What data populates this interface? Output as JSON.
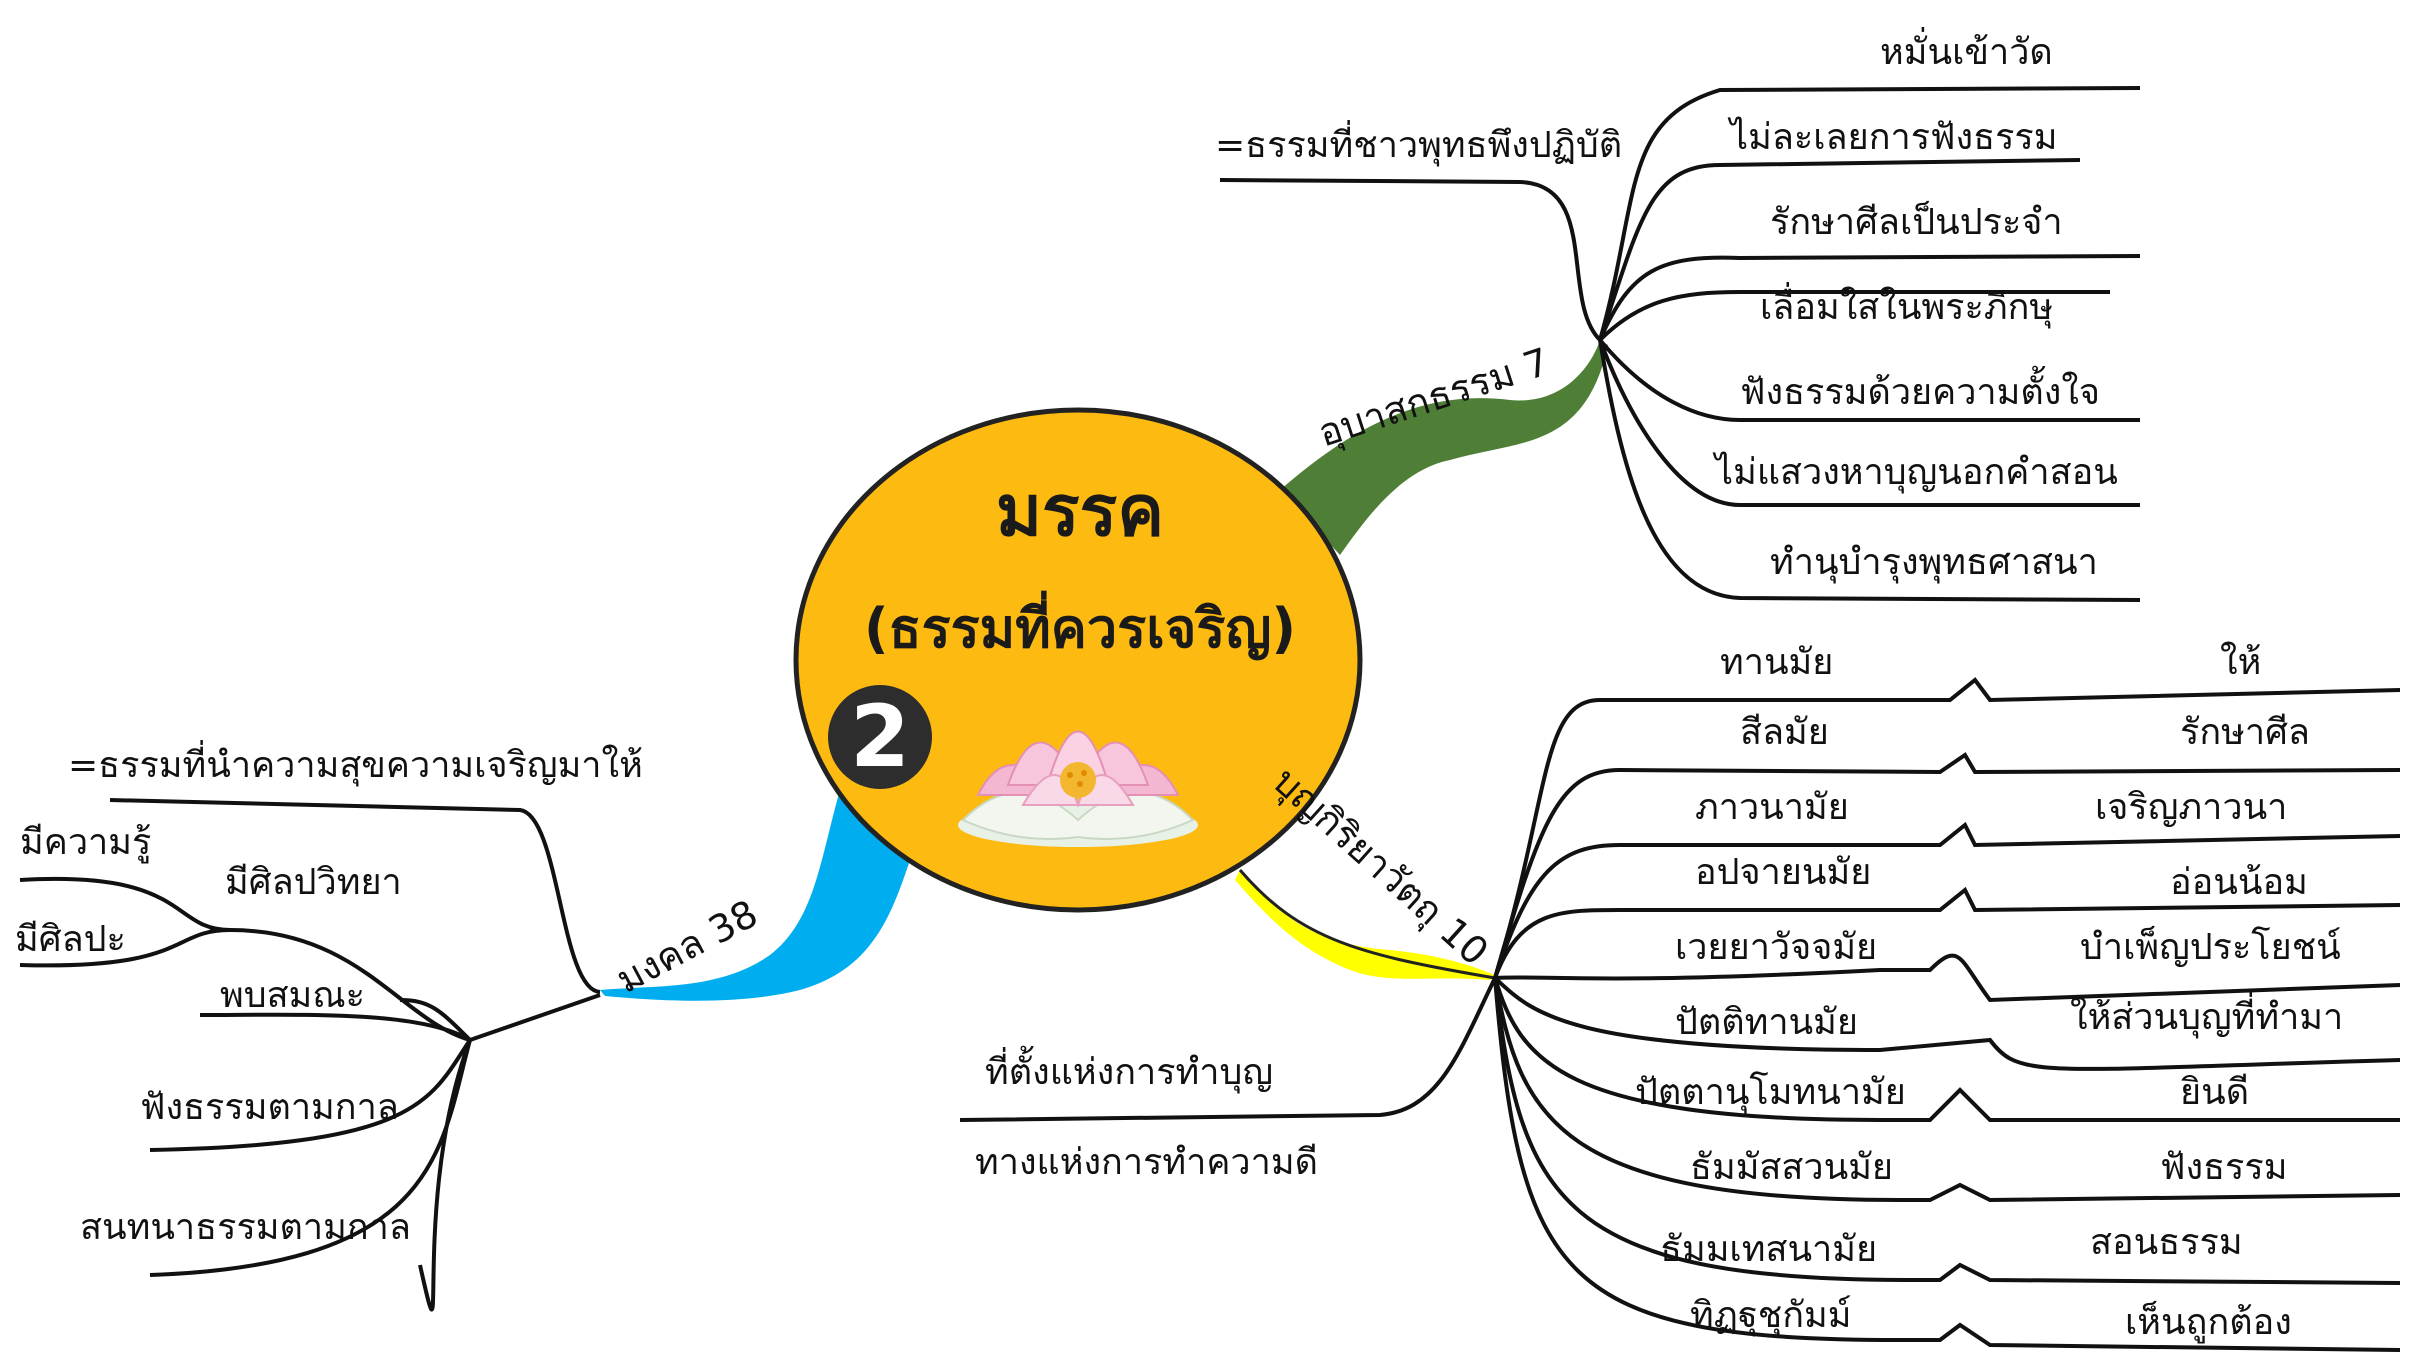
{
  "center": {
    "title": "มรรค",
    "subtitle": "(ธรรมที่ควรเจริญ)",
    "badge": "2",
    "color": "#FDBA10"
  },
  "branches": {
    "upasaka": {
      "name": "อุบาสกธรรม 7",
      "note": "=ธรรมที่ชาวพุทธพึงปฏิบัติ",
      "color": "#4F7F36",
      "items": [
        "หมั่นเข้าวัด",
        "ไม่ละเลยการฟังธรรม",
        "รักษาศีลเป็นประจำ",
        "เลื่อมใสในพระภิกษุ",
        "ฟังธรรมด้วยความตั้งใจ",
        "ไม่แสวงหาบุญนอกคำสอน",
        "ทำนุบำรุงพุทธศาสนา"
      ]
    },
    "mongkol": {
      "name": "มงคล 38",
      "note": "=ธรรมที่นำความสุขความเจริญมาให้",
      "color": "#00AEEF",
      "items": [
        "มีศิลปวิทยา",
        "พบสมณะ",
        "ฟังธรรมตามกาล",
        "สนทนาธรรมตามกาล"
      ],
      "sub_items": [
        "มีความรู้",
        "มีศิลปะ"
      ]
    },
    "bunkiriya": {
      "name": "บุญกิริยาวัตถุ 10",
      "color": "#FFFF00",
      "notes": [
        "ที่ตั้งแห่งการทำบุญ",
        "ทางแห่งการทำความดี"
      ],
      "items": [
        {
          "name": "ทานมัย",
          "meaning": "ให้"
        },
        {
          "name": "สีลมัย",
          "meaning": "รักษาศีล"
        },
        {
          "name": "ภาวนามัย",
          "meaning": "เจริญภาวนา"
        },
        {
          "name": "อปจายนมัย",
          "meaning": "อ่อนน้อม"
        },
        {
          "name": "เวยยาวัจจมัย",
          "meaning": "บำเพ็ญประโยชน์"
        },
        {
          "name": "ปัตติทานมัย",
          "meaning": "ให้ส่วนบุญที่ทำมา"
        },
        {
          "name": "ปัตตานุโมทนามัย",
          "meaning": "ยินดี"
        },
        {
          "name": "ธัมมัสสวนมัย",
          "meaning": "ฟังธรรม"
        },
        {
          "name": "ธัมมเทสนามัย",
          "meaning": "สอนธรรม"
        },
        {
          "name": "ทิฏฐุชุกัมม์",
          "meaning": "เห็นถูกต้อง"
        }
      ]
    }
  },
  "icons": {
    "lotus": "lotus-flower-icon"
  }
}
